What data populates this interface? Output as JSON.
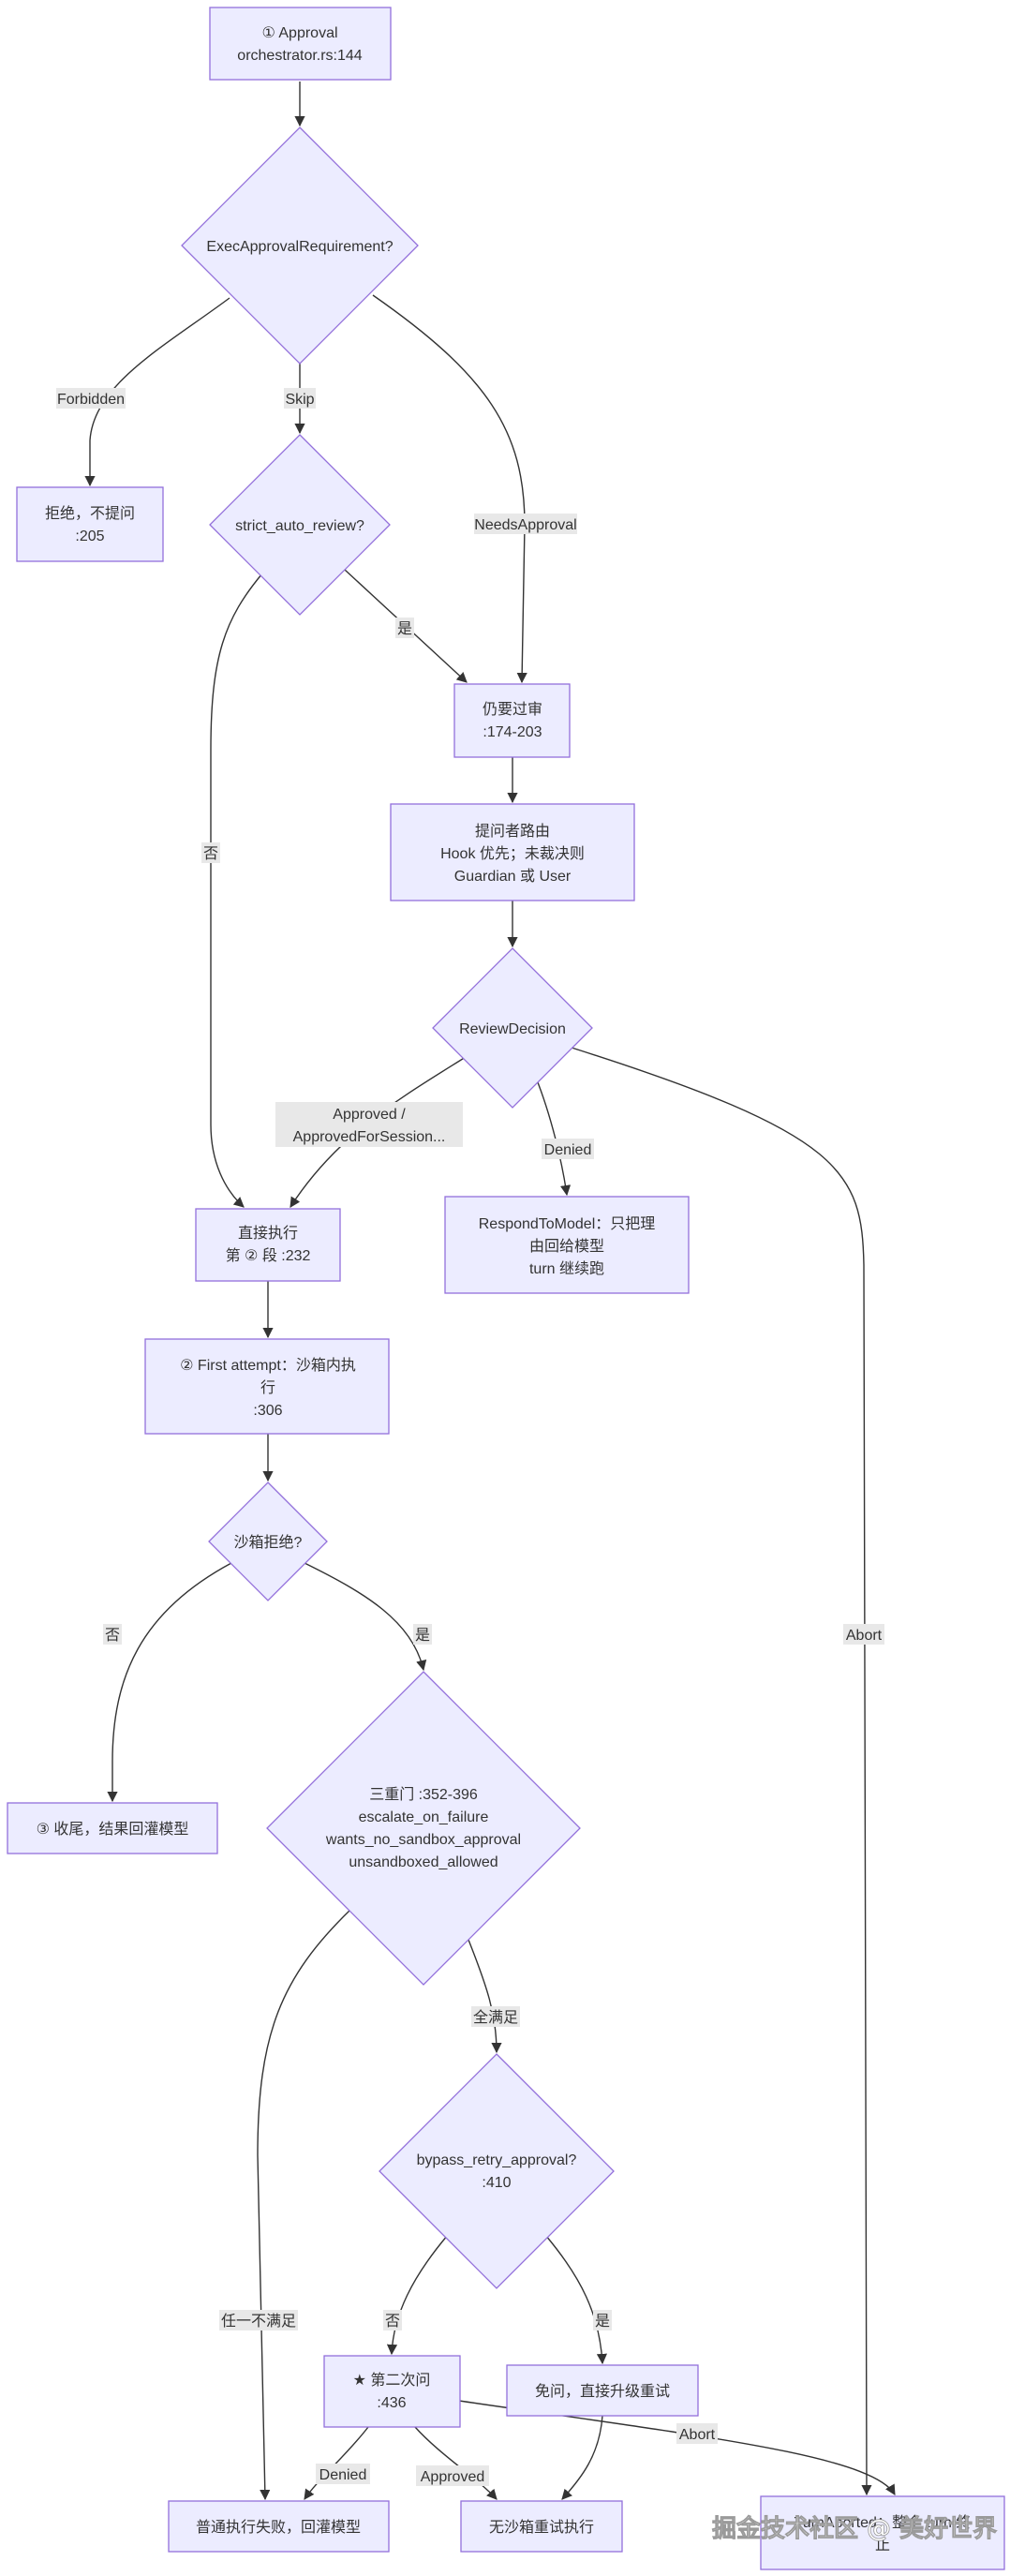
{
  "nodes": {
    "approval": [
      "① Approval",
      "orchestrator.rs:144"
    ],
    "exec_req": [
      "ExecApprovalRequirement?"
    ],
    "reject": [
      "拒绝，不提问",
      ":205"
    ],
    "strict": [
      "strict_auto_review?"
    ],
    "still_review": [
      "仍要过审",
      ":174-203"
    ],
    "router": [
      "提问者路由",
      "Hook 优先；未裁决则",
      "Guardian 或 User"
    ],
    "decision": [
      "ReviewDecision"
    ],
    "respond": [
      "RespondToModel：只把理",
      "由回给模型",
      "turn 继续跑"
    ],
    "direct": [
      "直接执行",
      "第 ② 段 :232"
    ],
    "first_attempt": [
      "② First attempt：沙箱内执",
      "行",
      ":306"
    ],
    "sandbox_deny": [
      "沙箱拒绝?"
    ],
    "wrapup": [
      "③ 收尾，结果回灌模型"
    ],
    "three_gates": [
      "三重门 :352-396",
      "escalate_on_failure",
      "wants_no_sandbox_approval",
      "unsandboxed_allowed"
    ],
    "bypass": [
      "bypass_retry_approval?",
      ":410"
    ],
    "second_ask": [
      "★ 第二次问",
      ":436"
    ],
    "no_ask": [
      "免问，直接升级重试"
    ],
    "normal_fail": [
      "普通执行失败，回灌模型"
    ],
    "no_sandbox_retry": [
      "无沙箱重试执行"
    ],
    "turn_aborted": [
      "TurnAborted：整个 turn 终",
      "止"
    ]
  },
  "edge_labels": {
    "forbidden": "Forbidden",
    "skip": "Skip",
    "needs_approval": "NeedsApproval",
    "yes_strict": "是",
    "no_strict": "否",
    "approved": [
      "Approved /",
      "ApprovedForSession..."
    ],
    "denied_decision": "Denied",
    "abort_decision": "Abort",
    "no_sandbox": "否",
    "yes_sandbox": "是",
    "all_met": "全满足",
    "any_not_met": "任一不满足",
    "no_bypass": "否",
    "yes_bypass": "是",
    "denied_second": "Denied",
    "approved_second": "Approved",
    "abort_second": "Abort"
  },
  "watermark": "掘金技术社区 @ 美好世界",
  "colors": {
    "node_fill": "#ececff",
    "node_stroke": "#9370db",
    "edge": "#333333",
    "label_bg": "#e8e8e8"
  }
}
